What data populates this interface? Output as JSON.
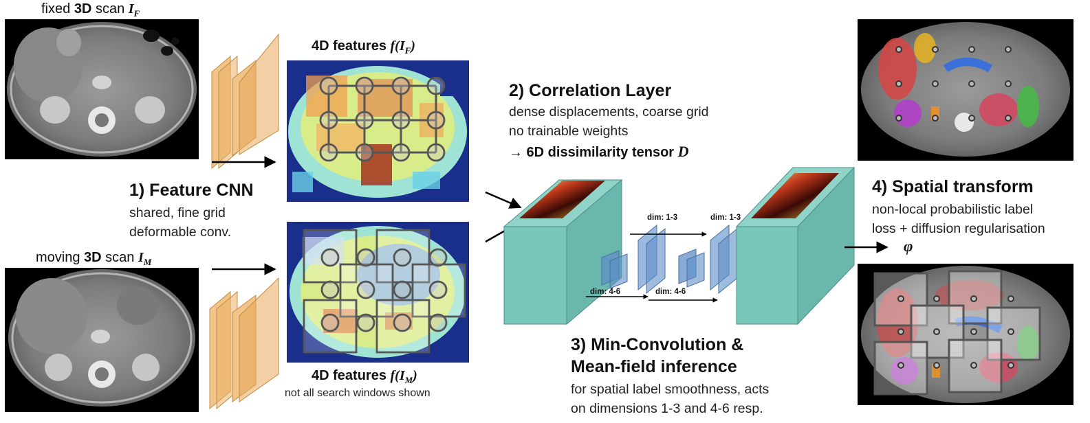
{
  "fixed_scan": {
    "pre": "fixed ",
    "bold": "3D",
    "post": " scan ",
    "sym": "I",
    "sub": "F"
  },
  "moving_scan": {
    "pre": "moving ",
    "bold": "3D",
    "post": " scan ",
    "sym": "I",
    "sub": "M"
  },
  "features_fixed": {
    "pre": "4D features ",
    "math": "f(I",
    "sub": "F",
    "close": ")"
  },
  "features_moving": {
    "pre": "4D features ",
    "math": "f(I",
    "sub": "M",
    "close": ")",
    "note": "not all search windows shown"
  },
  "step1": {
    "title": "1) Feature CNN",
    "lines": [
      "shared, fine grid",
      "deformable conv."
    ]
  },
  "step2": {
    "title": "2) Correlation Layer",
    "lines": [
      "dense displacements, coarse grid",
      "no trainable weights"
    ],
    "tensor_pre": "→ 6D dissimilarity tensor ",
    "tensor_sym": "D"
  },
  "step3": {
    "title_lines": [
      "3) Min-Convolution &",
      "Mean-field inference"
    ],
    "lines": [
      "for spatial label smoothness, acts",
      "on dimensions 1-3 and 4-6 resp."
    ]
  },
  "step4": {
    "title": "4) Spatial transform",
    "lines": [
      "non-local probabilistic label",
      "loss + diffusion regularisation"
    ],
    "phi": "φ"
  },
  "dims": {
    "a": "dim: 1-3",
    "b": "dim: 1-3",
    "c": "dim: 4-6",
    "d": "dim: 4-6"
  }
}
